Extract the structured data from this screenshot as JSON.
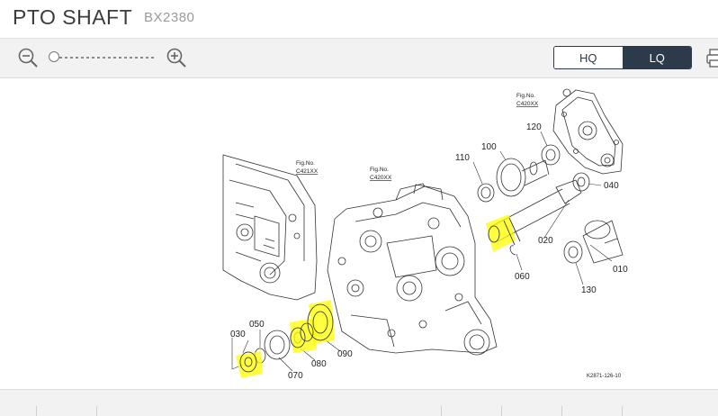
{
  "header": {
    "title": "PTO SHAFT",
    "model": "BX2380"
  },
  "toolbar": {
    "zoom_out_icon": "zoom-out-icon",
    "zoom_in_icon": "zoom-in-icon",
    "zoom_level": 0,
    "quality": {
      "hq_label": "HQ",
      "lq_label": "LQ",
      "selected": "LQ"
    },
    "print_icon": "print-icon"
  },
  "diagram": {
    "fig_refs": [
      {
        "line1": "Fig.No.",
        "line2": "C420XX"
      },
      {
        "line1": "Fig.No.",
        "line2": "C421XX"
      },
      {
        "line1": "Fig.No.",
        "line2": "C420XX"
      }
    ],
    "parts": [
      "010",
      "020",
      "030",
      "040",
      "050",
      "060",
      "070",
      "080",
      "090",
      "100",
      "110",
      "120",
      "130"
    ],
    "drawing_code": "K2871-126-10",
    "highlight_color": "#ffff00"
  }
}
